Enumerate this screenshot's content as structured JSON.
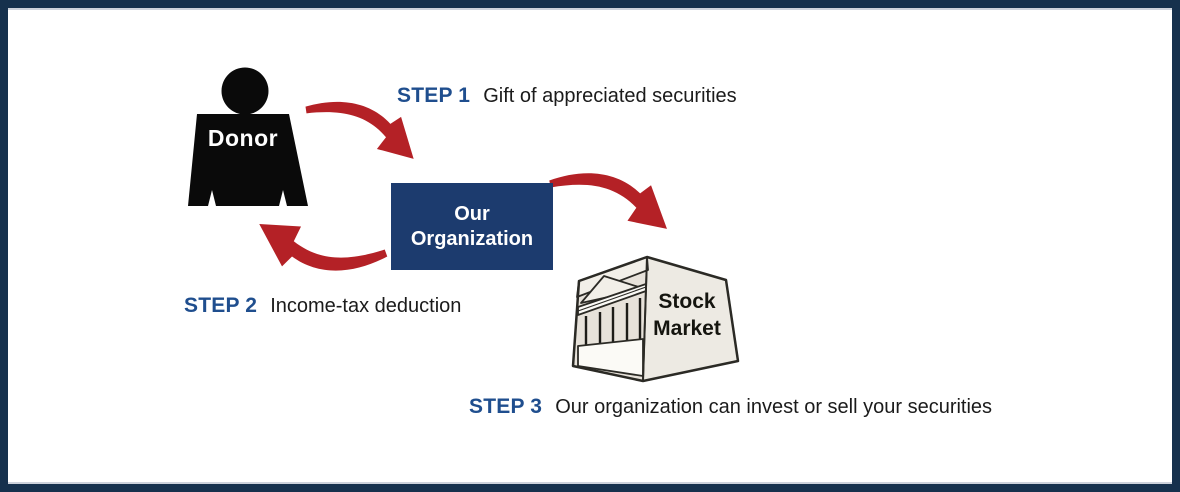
{
  "diagram": {
    "type": "flow-diagram",
    "nodes": {
      "donor": {
        "label": "Donor"
      },
      "organization": {
        "label": "Our Organization"
      },
      "stock_market": {
        "label": "Stock Market"
      }
    },
    "steps": [
      {
        "label": "STEP 1",
        "text": "Gift of appreciated securities"
      },
      {
        "label": "STEP 2",
        "text": "Income-tax deduction"
      },
      {
        "label": "STEP 3",
        "text": "Our organization can invest or sell your securities"
      }
    ],
    "colors": {
      "frame_border": "#16314d",
      "inner_keyline": "#cdd2db",
      "org_box": "#1c3b6e",
      "step_label": "#1f4e8e",
      "body_text": "#1b1b1b",
      "arrow_red": "#b42126",
      "silhouette_black": "#0a0a0a",
      "building_face_left": "#e7e2da",
      "building_face_right": "#edeae3",
      "building_roof": "#f2efe8",
      "building_trim": "#fbfaf6",
      "building_outline": "#2b2a25"
    },
    "icons": [
      "donor-silhouette-icon",
      "curved-arrow-icon",
      "stock-market-building-icon"
    ]
  }
}
